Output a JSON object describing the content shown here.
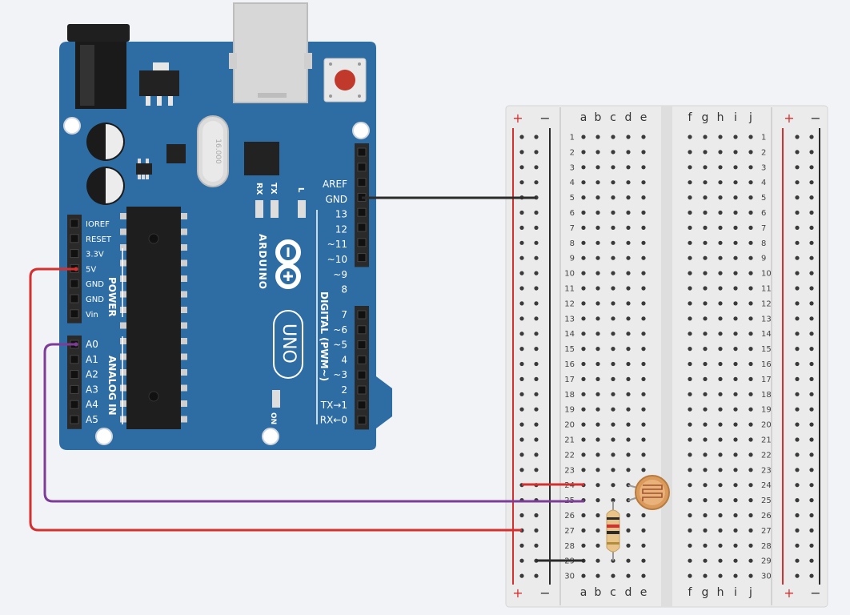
{
  "arduino": {
    "brand": "ARDUINO",
    "model": "UNO",
    "crystal_label": "16.000",
    "led_labels": [
      "RX",
      "TX",
      "L"
    ],
    "on_label": "ON",
    "section_power": "POWER",
    "section_analog": "ANALOG IN",
    "section_digital": "DIGITAL (PWM~)",
    "power_pins": [
      "IOREF",
      "RESET",
      "3.3V",
      "5V",
      "GND",
      "GND",
      "Vin"
    ],
    "analog_pins": [
      "A0",
      "A1",
      "A2",
      "A3",
      "A4",
      "A5"
    ],
    "digital_pins_top": [
      "AREF",
      "GND",
      "13",
      "12",
      "~11",
      "~10",
      "~9",
      "8"
    ],
    "digital_pins_bottom": [
      "7",
      "~6",
      "~5",
      "4",
      "~3",
      "2",
      "TX→1",
      "RX←0"
    ]
  },
  "breadboard": {
    "column_letters_left": [
      "a",
      "b",
      "c",
      "d",
      "e"
    ],
    "column_letters_right": [
      "f",
      "g",
      "h",
      "i",
      "j"
    ],
    "rows": 30,
    "rail_plus": "+",
    "rail_minus": "−"
  },
  "components": {
    "photoresistor": "photoresistor",
    "resistor": "resistor"
  },
  "wires": [
    {
      "name": "wire-gnd",
      "from": "Arduino GND",
      "to": "breadboard minus rail",
      "color": "#2b2b2b"
    },
    {
      "name": "wire-5v",
      "from": "Arduino 5V",
      "to": "breadboard plus rail",
      "color": "#d62f2f"
    },
    {
      "name": "wire-a0",
      "from": "Arduino A0",
      "to": "breadboard row 25",
      "color": "#7d3c98"
    },
    {
      "name": "wire-row24",
      "from": "plus rail",
      "to": "row 24",
      "color": "#d62f2f"
    },
    {
      "name": "wire-row29",
      "from": "minus rail",
      "to": "row 29",
      "color": "#2b2b2b"
    }
  ],
  "colors": {
    "board": "#2e6da4",
    "board_dark": "#255a8a",
    "header": "#2a2a2a",
    "breadboard": "#ebebeb",
    "rail_red": "#d62f2f",
    "rail_blue": "#2b2b2b"
  }
}
